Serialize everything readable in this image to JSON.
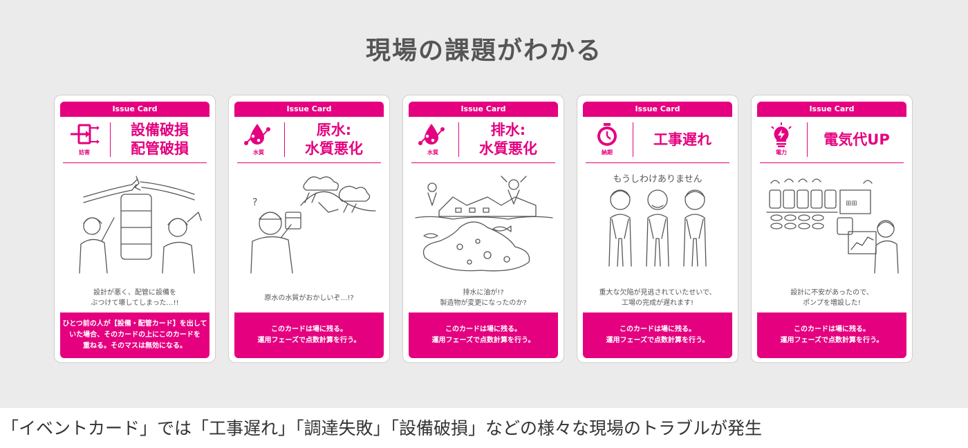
{
  "heading": "現場の課題がわかる",
  "cards": [
    {
      "header": "Issue Card",
      "category_icon": "pipe-damage-icon",
      "category": "妨害",
      "title_lines": [
        "設備破損",
        "配管破損"
      ],
      "illustration": "broken-pipe-workers",
      "caption_lines": [
        "設計が悪く、配管に設備を",
        "ぶつけて壊してしまった…!!"
      ],
      "footer_lines": [
        "ひとつ前の人が【設備・配管カード】を出して",
        "いた場合、そのカードの上にこのカードを",
        "重ねる。そのマスは無効になる。"
      ]
    },
    {
      "header": "Issue Card",
      "category_icon": "water-quality-icon",
      "category": "水質",
      "title_lines": [
        "原水:",
        "水質悪化"
      ],
      "illustration": "worker-checking-water",
      "caption_lines": [
        "原水の水質がおかしいぞ…!?"
      ],
      "footer_lines": [
        "このカードは場に残る。",
        "運用フェーズで点数計算を行う。"
      ]
    },
    {
      "header": "Issue Card",
      "category_icon": "water-quality-icon",
      "category": "水質",
      "title_lines": [
        "排水:",
        "水質悪化"
      ],
      "illustration": "oil-spill-factory",
      "caption_lines": [
        "排水に油が!?",
        "製造物が変更になったのか?"
      ],
      "footer_lines": [
        "このカードは場に残る。",
        "運用フェーズで点数計算を行う。"
      ]
    },
    {
      "header": "Issue Card",
      "category_icon": "stopwatch-icon",
      "category": "納期",
      "title_lines": [
        "工事遅れ"
      ],
      "illustration": "bowing-workers",
      "illustration_text": "もうしわけありません",
      "caption_lines": [
        "重大な欠陥が見逃されていたせいで、",
        "工場の完成が遅れます!"
      ],
      "footer_lines": [
        "このカードは場に残る。",
        "運用フェーズで点数計算を行う。"
      ]
    },
    {
      "header": "Issue Card",
      "category_icon": "lightbulb-icon",
      "category": "電力",
      "title_lines": [
        "電気代UP"
      ],
      "illustration": "pumps-and-monitor",
      "caption_lines": [
        "設計に不安があったので、",
        "ポンプを増設した!"
      ],
      "footer_lines": [
        "このカードは場に残る。",
        "運用フェーズで点数計算を行う。"
      ]
    }
  ],
  "bottom_text": "「イベントカード」では「工事遅れ」「調達失敗」「設備破損」などの様々な現場のトラブルが発生",
  "colors": {
    "accent": "#e4007f",
    "panel": "#ebebeb"
  }
}
